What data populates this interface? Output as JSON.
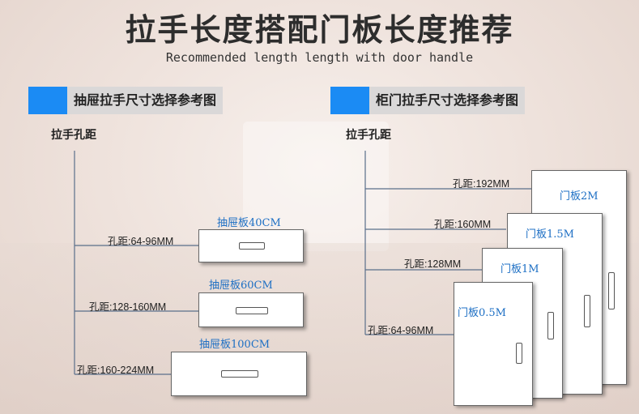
{
  "title": "拉手长度搭配门板长度推荐",
  "subtitle": "Recommended length length with door handle",
  "drawer_section": {
    "header": "抽屉拉手尺寸选择参考图",
    "axis_caption": "拉手孔距",
    "items": [
      {
        "spacing": "孔距:64-96MM",
        "label": "抽屉板40CM"
      },
      {
        "spacing": "孔距:128-160MM",
        "label": "抽屉板60CM"
      },
      {
        "spacing": "孔距:160-224MM",
        "label": "抽屉板100CM"
      }
    ]
  },
  "door_section": {
    "header": "柜门拉手尺寸选择参考图",
    "axis_caption": "拉手孔距",
    "items": [
      {
        "spacing": "孔距:192MM",
        "label": "门板2M"
      },
      {
        "spacing": "孔距:160MM",
        "label": "门板1.5M"
      },
      {
        "spacing": "孔距:128MM",
        "label": "门板1M"
      },
      {
        "spacing": "孔距:64-96MM",
        "label": "门板0.5M"
      }
    ]
  },
  "colors": {
    "accent": "#1b8bf4",
    "label_blue": "#1d6fc4",
    "header_bg": "#dad8d8"
  }
}
